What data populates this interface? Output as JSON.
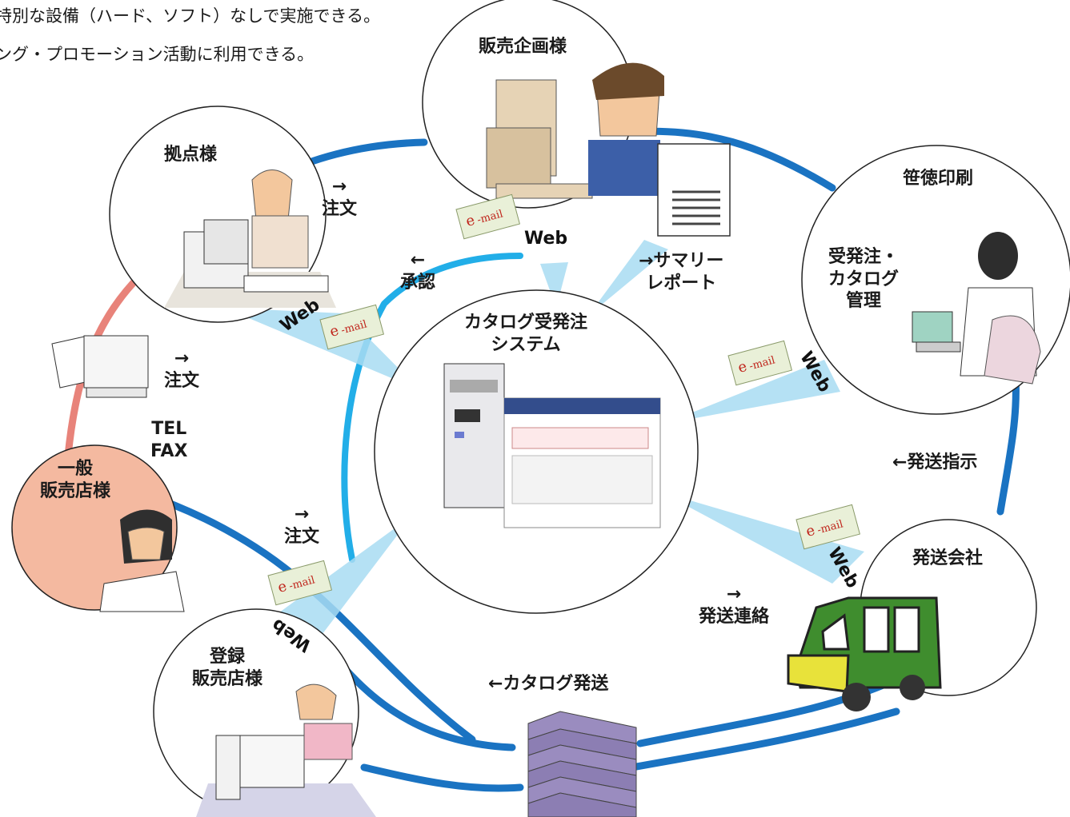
{
  "notes": {
    "line1": "特別な設備（ハード、ソフト）なしで実施できる。",
    "line2": "ング・プロモーション活動に利用できる。"
  },
  "nodes": {
    "hanbai_kikaku": "販売企画様",
    "kyoten": "拠点様",
    "sasatoku": "笹徳印刷",
    "sasatoku_sub": [
      "受発注・",
      "カタログ",
      "管理"
    ],
    "center": [
      "カタログ受発注",
      "システム"
    ],
    "ippan": [
      "一般",
      "販売店様"
    ],
    "touroku": [
      "登録",
      "販売店様"
    ],
    "hassou_kaisha": "発送会社"
  },
  "flows": {
    "kyoten_order": {
      "arrow": "→",
      "text": "注文"
    },
    "approval": {
      "arrow": "←",
      "text": "承認"
    },
    "fax_order": {
      "arrow": "→",
      "text": "注文"
    },
    "tel_fax": [
      "TEL",
      "FAX"
    ],
    "touroku_order": {
      "arrow": "→",
      "text": "注文"
    },
    "summary": [
      "→サマリー",
      "レポート"
    ],
    "shipping_instruction": "←発送指示",
    "shipping_contact": {
      "arrow": "→",
      "text": "発送連絡"
    },
    "catalog_shipping": "←カタログ発送"
  },
  "channel_labels": {
    "web": "Web",
    "email_e": "e",
    "email_mail": "-mail"
  },
  "colors": {
    "main_line": "#1a73c2",
    "light_line": "#22aee8",
    "fax_line": "#e8837a",
    "ray": "#a8dcf2",
    "ippan_fill": "#f4b9a0",
    "email_text": "#c0241b",
    "envelope": "#e9f0d8",
    "truck_green": "#3f8d2e",
    "truck_yellow": "#e8e23a",
    "book_purple": "#9a8cbf"
  }
}
